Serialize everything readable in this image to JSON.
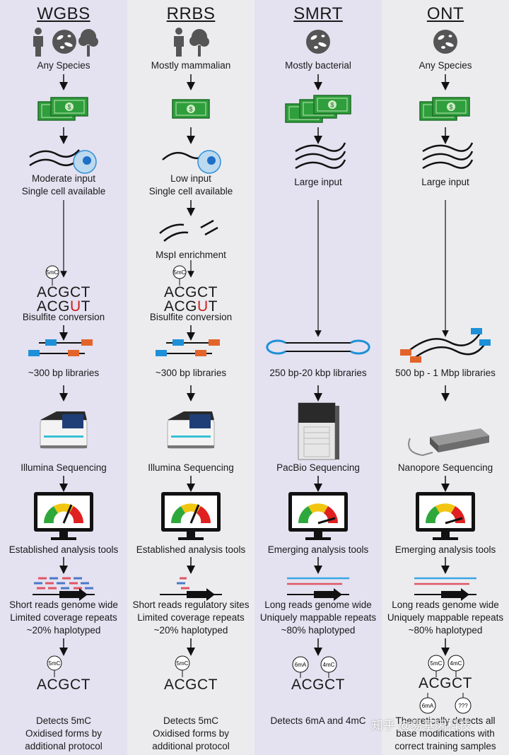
{
  "columns": [
    {
      "title": "WGBS",
      "species": "Any Species",
      "input": [
        "Moderate input",
        "Single cell available"
      ],
      "bisulfite_seq_top": "ACGCT",
      "bisulfite_seq_bottom_a": "ACG",
      "bisulfite_seq_bottom_u": "U",
      "bisulfite_seq_bottom_b": "T",
      "bisulfite_label": "Bisulfite conversion",
      "libraries": "~300 bp libraries",
      "sequencer": "Illumina Sequencing",
      "analysis": "Established analysis tools",
      "reads": [
        "Short reads genome wide",
        "Limited coverage repeats",
        "~20% haplotyped"
      ],
      "final_seq": "ACGCT",
      "detects": [
        "Detects 5mC",
        "Oxidised forms by",
        "additional protocol"
      ]
    },
    {
      "title": "RRBS",
      "species": "Mostly mammalian",
      "input": [
        "Low input",
        "Single cell available"
      ],
      "enrichment": "MspI enrichment",
      "bisulfite_seq_top": "ACGCT",
      "bisulfite_seq_bottom_a": "ACG",
      "bisulfite_seq_bottom_u": "U",
      "bisulfite_seq_bottom_b": "T",
      "bisulfite_label": "Bisulfite conversion",
      "libraries": "~300 bp libraries",
      "sequencer": "Illumina Sequencing",
      "analysis": "Established analysis tools",
      "reads": [
        "Short reads regulatory sites",
        "Limited coverage repeats",
        "~20% haplotyped"
      ],
      "final_seq": "ACGCT",
      "detects": [
        "Detects 5mC",
        "Oxidised forms by",
        "additional protocol"
      ]
    },
    {
      "title": "SMRT",
      "species": "Mostly bacterial",
      "input": [
        "Large input"
      ],
      "libraries": "250 bp-20 kbp libraries",
      "sequencer": "PacBio Sequencing",
      "analysis": "Emerging analysis tools",
      "reads": [
        "Long reads genome wide",
        "Uniquely mappable repeats",
        "~80% haplotyped"
      ],
      "final_seq": "ACGCT",
      "detects": [
        "Detects 6mA and 4mC"
      ]
    },
    {
      "title": "ONT",
      "species": "Any Species",
      "input": [
        "Large input"
      ],
      "libraries": "500 bp - 1 Mbp libraries",
      "sequencer": "Nanopore Sequencing",
      "analysis": "Emerging analysis tools",
      "reads": [
        "Long reads genome wide",
        "Uniquely mappable repeats",
        "~80% haplotyped"
      ],
      "final_seq": "ACGCT",
      "detects": [
        "Theoretically detects all",
        "base modifications with",
        "correct training samples"
      ]
    }
  ],
  "mod_tags": {
    "m5c": "5mC",
    "m6a": "6mA",
    "m4c": "4mC",
    "unknown": "???"
  },
  "watermark": "知乎 @易基因科技",
  "icons": [
    "human-icon",
    "bacteria-icon",
    "tree-icon",
    "money-icon",
    "dna-strand-icon",
    "cell-icon",
    "sequencer-icon",
    "monitor-gauge-icon",
    "arrow-down-icon"
  ],
  "colors": {
    "panel_purple": "#e4e1f0",
    "panel_grey": "#ececef",
    "money_green": "#2f9e3c",
    "adapter_blue": "#1e90d8",
    "adapter_orange": "#e2642a",
    "gauge_red": "#e02020",
    "gauge_yellow": "#f2c511",
    "gauge_green": "#2ea83a",
    "uracil_red": "#cc2020"
  }
}
